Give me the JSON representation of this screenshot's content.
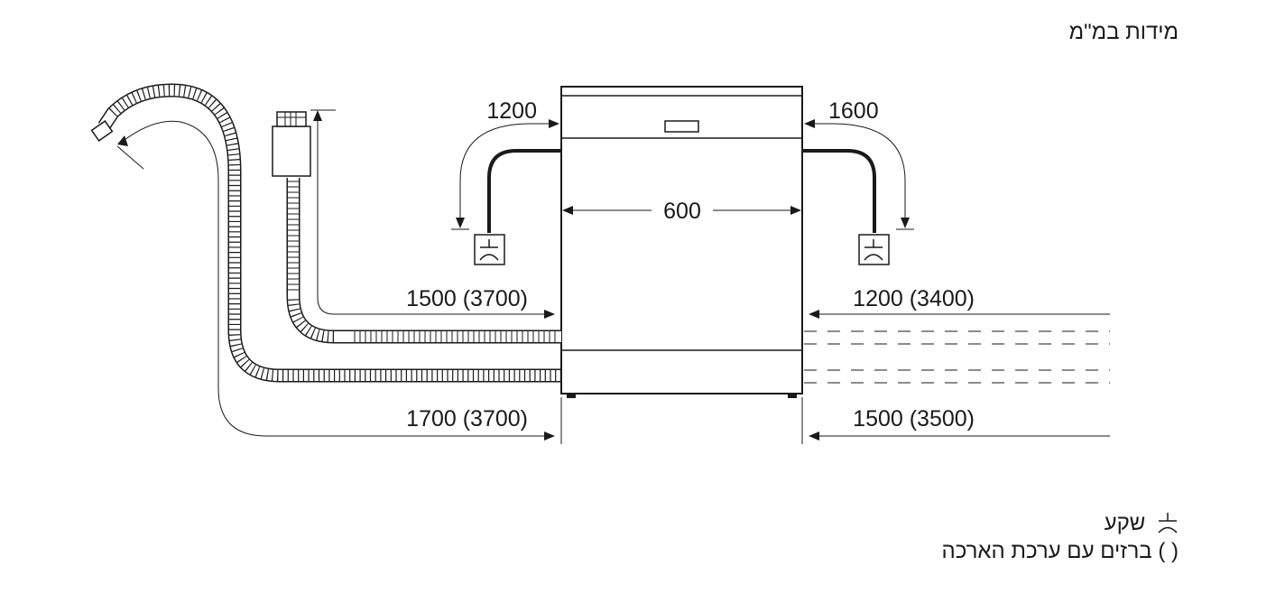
{
  "units_note": "מידות במ\"מ",
  "dimensions": {
    "top_left": "1200",
    "top_right": "1600",
    "width": "600",
    "mid_left": "1500 (3700)",
    "mid_right": "1200 (3400)",
    "bottom_left": "1700 (3700)",
    "bottom_right": "1500 (3500)"
  },
  "legend": {
    "sink_icon": "sink-symbol-icon",
    "sink_label": "שקע",
    "parentheses_symbol": "( )",
    "parentheses_label": "ברזים עם ערכת הארכה"
  }
}
